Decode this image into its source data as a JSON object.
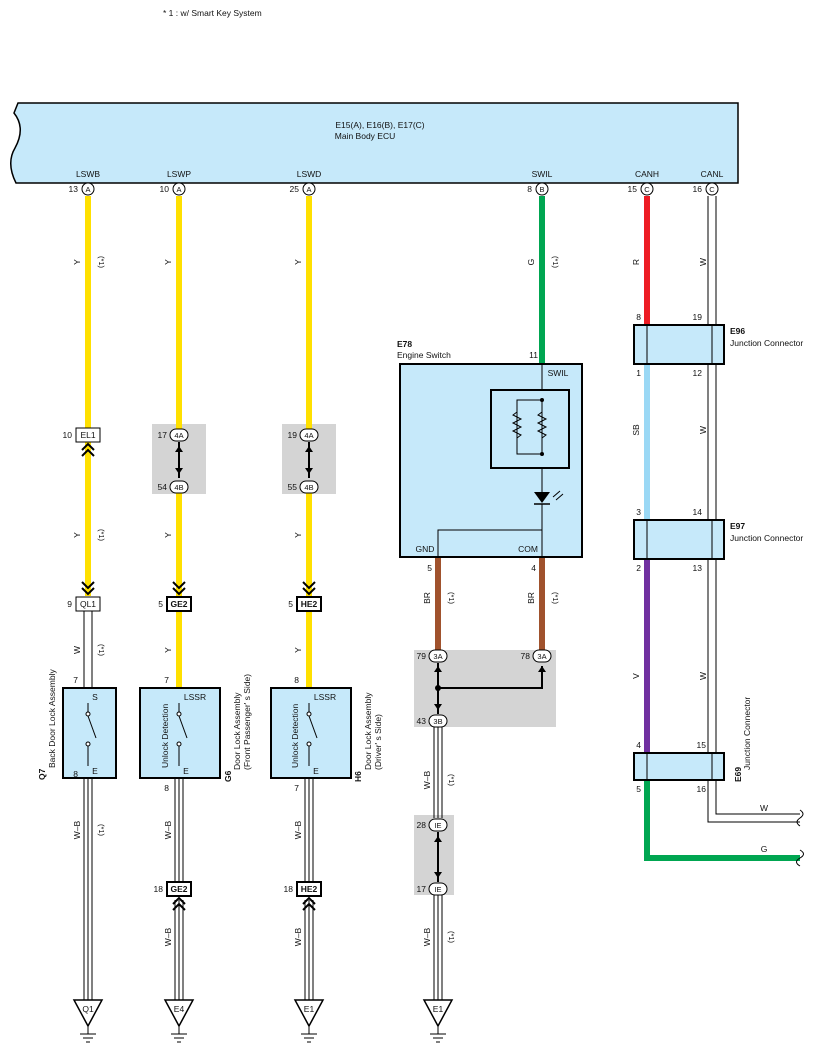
{
  "footnote": "* 1 : w/ Smart Key System",
  "ecu": {
    "title": "E15(A), E16(B), E17(C)",
    "subtitle": "Main Body ECU"
  },
  "colors": {
    "yellow": "#ffe000",
    "green": "#00a651",
    "red": "#ed1c24",
    "lightblue": "#9ad8f5",
    "purple": "#7030a0",
    "brown": "#a0522d",
    "component": "#c6e9fa",
    "splice": "#d4d4d4"
  },
  "pins": {
    "lswb": {
      "label": "LSWB",
      "num": "13",
      "conn": "A"
    },
    "lswp": {
      "label": "LSWP",
      "num": "10",
      "conn": "A"
    },
    "lswd": {
      "label": "LSWD",
      "num": "25",
      "conn": "A"
    },
    "swil": {
      "label": "SWIL",
      "num": "8",
      "conn": "B"
    },
    "canh": {
      "label": "CANH",
      "num": "15",
      "conn": "C"
    },
    "canl": {
      "label": "CANL",
      "num": "16",
      "conn": "C"
    }
  },
  "wire_colors": {
    "y": "Y",
    "g": "G",
    "r": "R",
    "w": "W",
    "sb": "SB",
    "v": "V",
    "br": "BR",
    "wb": "W–B"
  },
  "note": "(*1)",
  "connectors": {
    "el1": {
      "id": "EL1",
      "pin": "10"
    },
    "ql1": {
      "id": "QL1",
      "pin": "9"
    },
    "ge2a": {
      "id": "GE2",
      "pin": "5"
    },
    "ge2b": {
      "id": "GE2",
      "pin": "18"
    },
    "he2a": {
      "id": "HE2",
      "pin": "5"
    },
    "he2b": {
      "id": "HE2",
      "pin": "18"
    },
    "c4a1": {
      "id": "4A",
      "pin": "17"
    },
    "c4b1": {
      "id": "4B",
      "pin": "54"
    },
    "c4a2": {
      "id": "4A",
      "pin": "19"
    },
    "c4b2": {
      "id": "4B",
      "pin": "55"
    },
    "c3a1": {
      "id": "3A",
      "pin": "79"
    },
    "c3a2": {
      "id": "3A",
      "pin": "78"
    },
    "c3b": {
      "id": "3B",
      "pin": "43"
    },
    "ie1": {
      "id": "IE",
      "pin": "28"
    },
    "ie2": {
      "id": "IE",
      "pin": "17"
    }
  },
  "components": {
    "q7": {
      "code": "Q7",
      "name": "Back Door Lock Assembly",
      "pin_top": "7",
      "pin_bot": "8",
      "term_top": "S",
      "term_bot": "E"
    },
    "g6": {
      "code": "G6",
      "name": "Door Lock Assembly",
      "sub": "(Front Passenger' s Side)",
      "pin_top": "7",
      "pin_bot": "8",
      "term_top": "LSSR",
      "term_bot": "E",
      "inner": "Unlock Detection"
    },
    "h6": {
      "code": "H6",
      "name": "Door Lock Assembly",
      "sub": "(Driver' s Side)",
      "pin_top": "8",
      "pin_bot": "7",
      "term_top": "LSSR",
      "term_bot": "E",
      "inner": "Unlock Detection"
    },
    "e78": {
      "code": "E78",
      "name": "Engine Switch",
      "pin_top": "11",
      "term_top": "SWIL",
      "gnd": "GND",
      "com": "COM",
      "pin_gnd": "5",
      "pin_com": "4"
    }
  },
  "junctions": {
    "e96": {
      "code": "E96",
      "name": "Junction Connector",
      "pins": [
        "8",
        "19",
        "1",
        "12"
      ]
    },
    "e97": {
      "code": "E97",
      "name": "Junction Connector",
      "pins": [
        "3",
        "14",
        "2",
        "13"
      ]
    },
    "e69": {
      "code": "E69",
      "name": "Junction Connector",
      "pins": [
        "4",
        "15",
        "5",
        "16"
      ]
    }
  },
  "grounds": {
    "q1": "Q1",
    "e4": "E4",
    "e1a": "E1",
    "e1b": "E1"
  },
  "continue_labels": {
    "w": "W",
    "g": "G"
  }
}
